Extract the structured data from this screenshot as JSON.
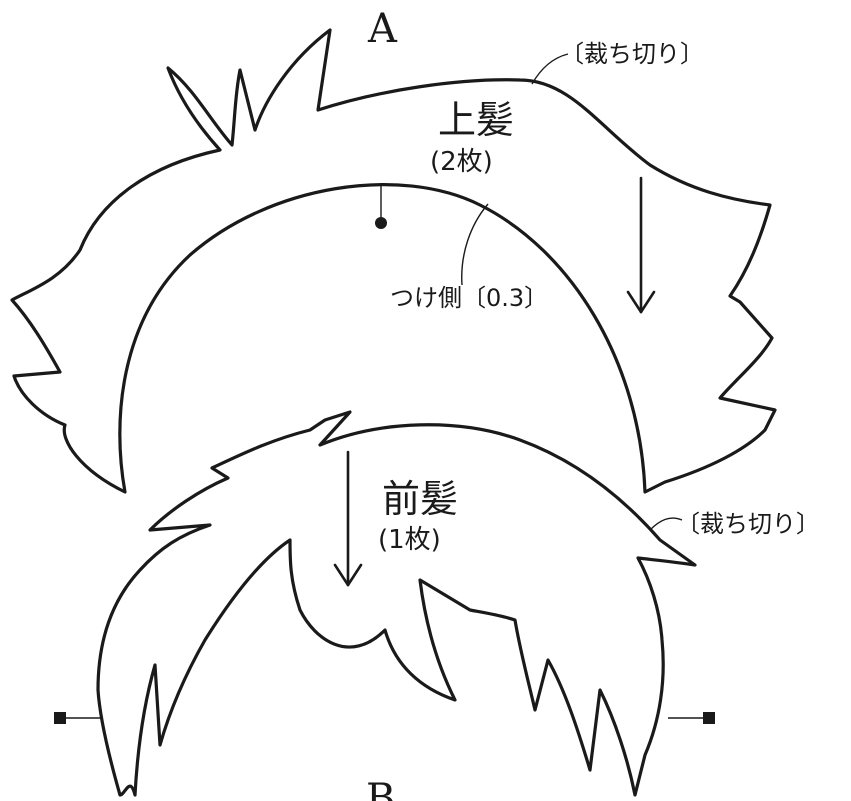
{
  "labels": {
    "piece_a": "A",
    "piece_b": "B",
    "top_hair_name": "上髪",
    "top_hair_count": "(2枚)",
    "front_hair_name": "前髪",
    "front_hair_count": "(1枚)",
    "top_hair_cut": "〔裁ち切り〕",
    "front_hair_cut": "〔裁ち切り〕",
    "attach_side": "つけ側〔0.3〕"
  },
  "colors": {
    "ink": "#1a1a1a",
    "paper": "#ffffff"
  }
}
